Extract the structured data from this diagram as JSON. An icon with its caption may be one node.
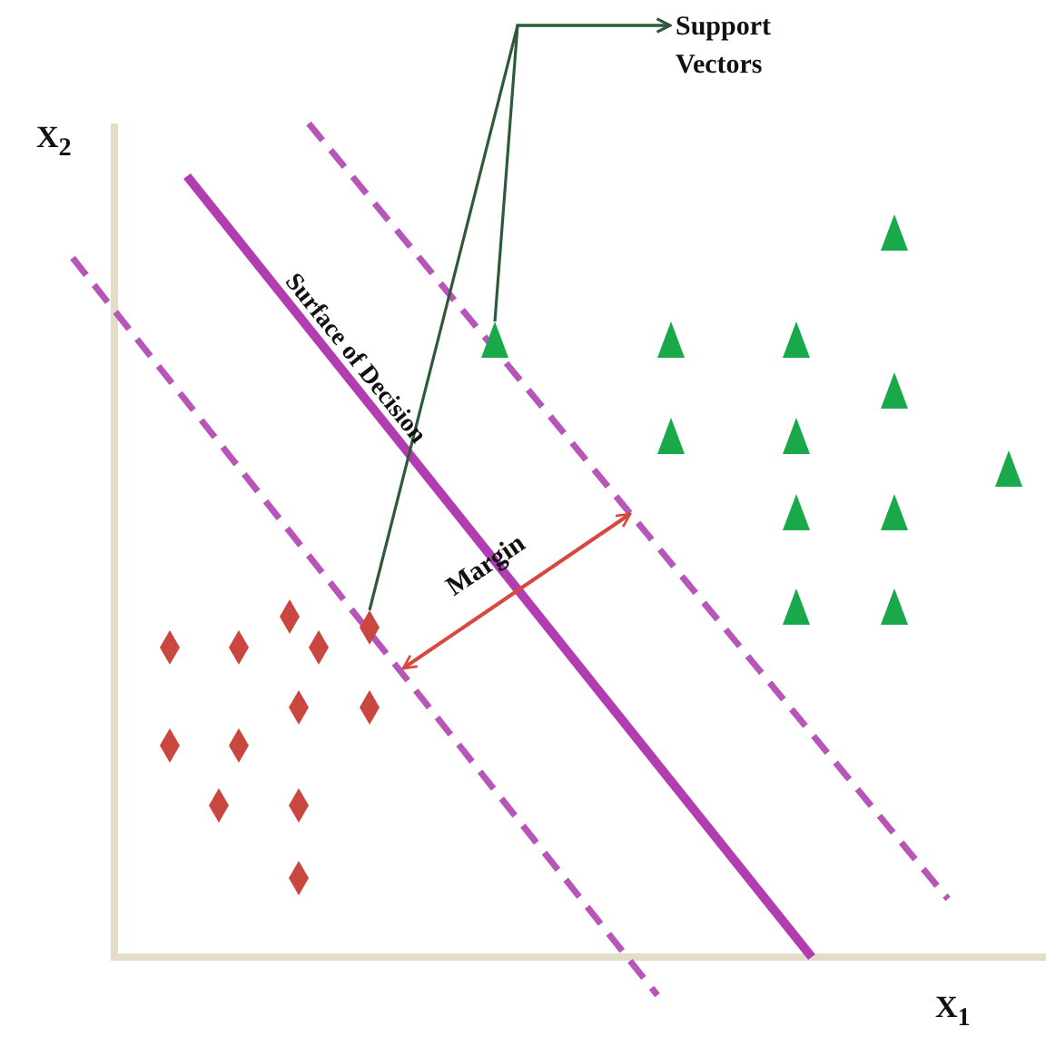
{
  "diagram": {
    "nodes": [
      {
        "text": [
          "Support Vectors"
        ]
      },
      {
        "text": [],
        "shape": "triangle"
      },
      {
        "text": [],
        "shape": "triangle"
      },
      {
        "text": [],
        "shape": "triangle"
      },
      {
        "text": [],
        "shape": "triangle"
      },
      {
        "text": [],
        "shape": "triangle"
      },
      {
        "text": [],
        "shape": "triangle"
      },
      {
        "text": [],
        "shape": "triangle"
      },
      {
        "text": [],
        "shape": "triangle"
      },
      {
        "text": [],
        "shape": "triangle"
      },
      {
        "text": [],
        "shape": "triangle"
      },
      {
        "text": [],
        "shape": "triangle"
      },
      {
        "text": [],
        "shape": "triangle"
      },
      {
        "text": [],
        "shape": "diamond"
      },
      {
        "text": [],
        "shape": "diamond"
      },
      {
        "text": [],
        "shape": "diamond"
      },
      {
        "text": [],
        "shape": "diamond"
      },
      {
        "text": [],
        "shape": "diamond"
      },
      {
        "text": [],
        "shape": "diamond"
      },
      {
        "text": [],
        "shape": "diamond"
      },
      {
        "text": [],
        "shape": "diamond"
      },
      {
        "text": [],
        "shape": "diamond"
      },
      {
        "text": [],
        "shape": "diamond"
      },
      {
        "text": [],
        "shape": "diamond"
      },
      {
        "text": [],
        "shape": "diamond"
      }
    ],
    "edges": [
      {
        "from": 2,
        "to": 0,
        "arrow": "to"
      },
      {
        "from": 14,
        "to": 0,
        "arrow": "to"
      }
    ],
    "labels": [
      "X$_{2}$",
      "Surface of Decision",
      "Margin",
      "X$_{1}$"
    ]
  }
}
